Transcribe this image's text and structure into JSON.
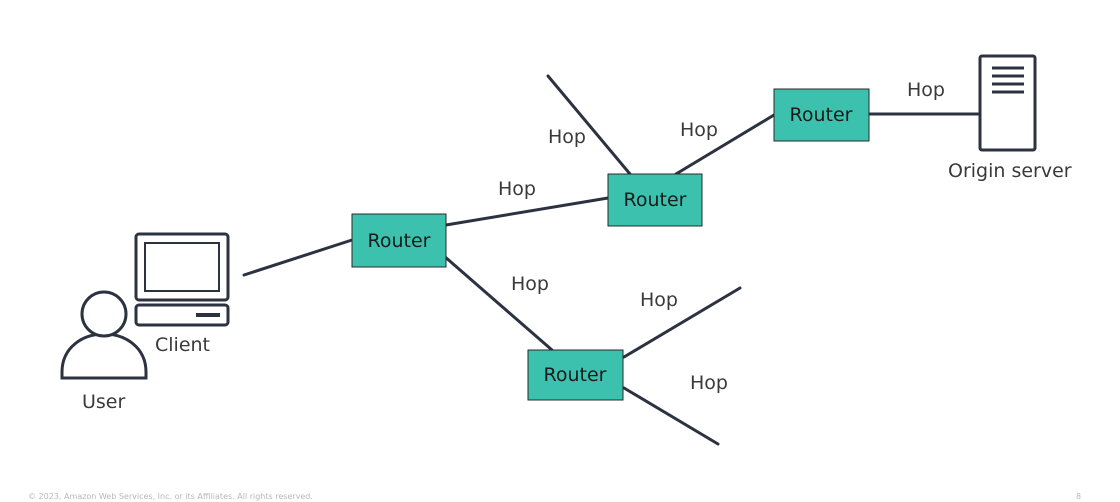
{
  "routers": [
    {
      "id": "r1",
      "label": "Router"
    },
    {
      "id": "r2",
      "label": "Router"
    },
    {
      "id": "r3",
      "label": "Router"
    },
    {
      "id": "r4",
      "label": "Router"
    }
  ],
  "hops": [
    "Hop",
    "Hop",
    "Hop",
    "Hop",
    "Hop",
    "Hop",
    "Hop"
  ],
  "labels": {
    "client": "Client",
    "user": "User",
    "origin_server": "Origin server"
  },
  "footer": {
    "copyright": "© 2023, Amazon Web Services, Inc. or its Affiliates. All rights reserved.",
    "page": "8"
  },
  "colors": {
    "router_fill": "#3cc1ae",
    "line": "#2b3240"
  }
}
